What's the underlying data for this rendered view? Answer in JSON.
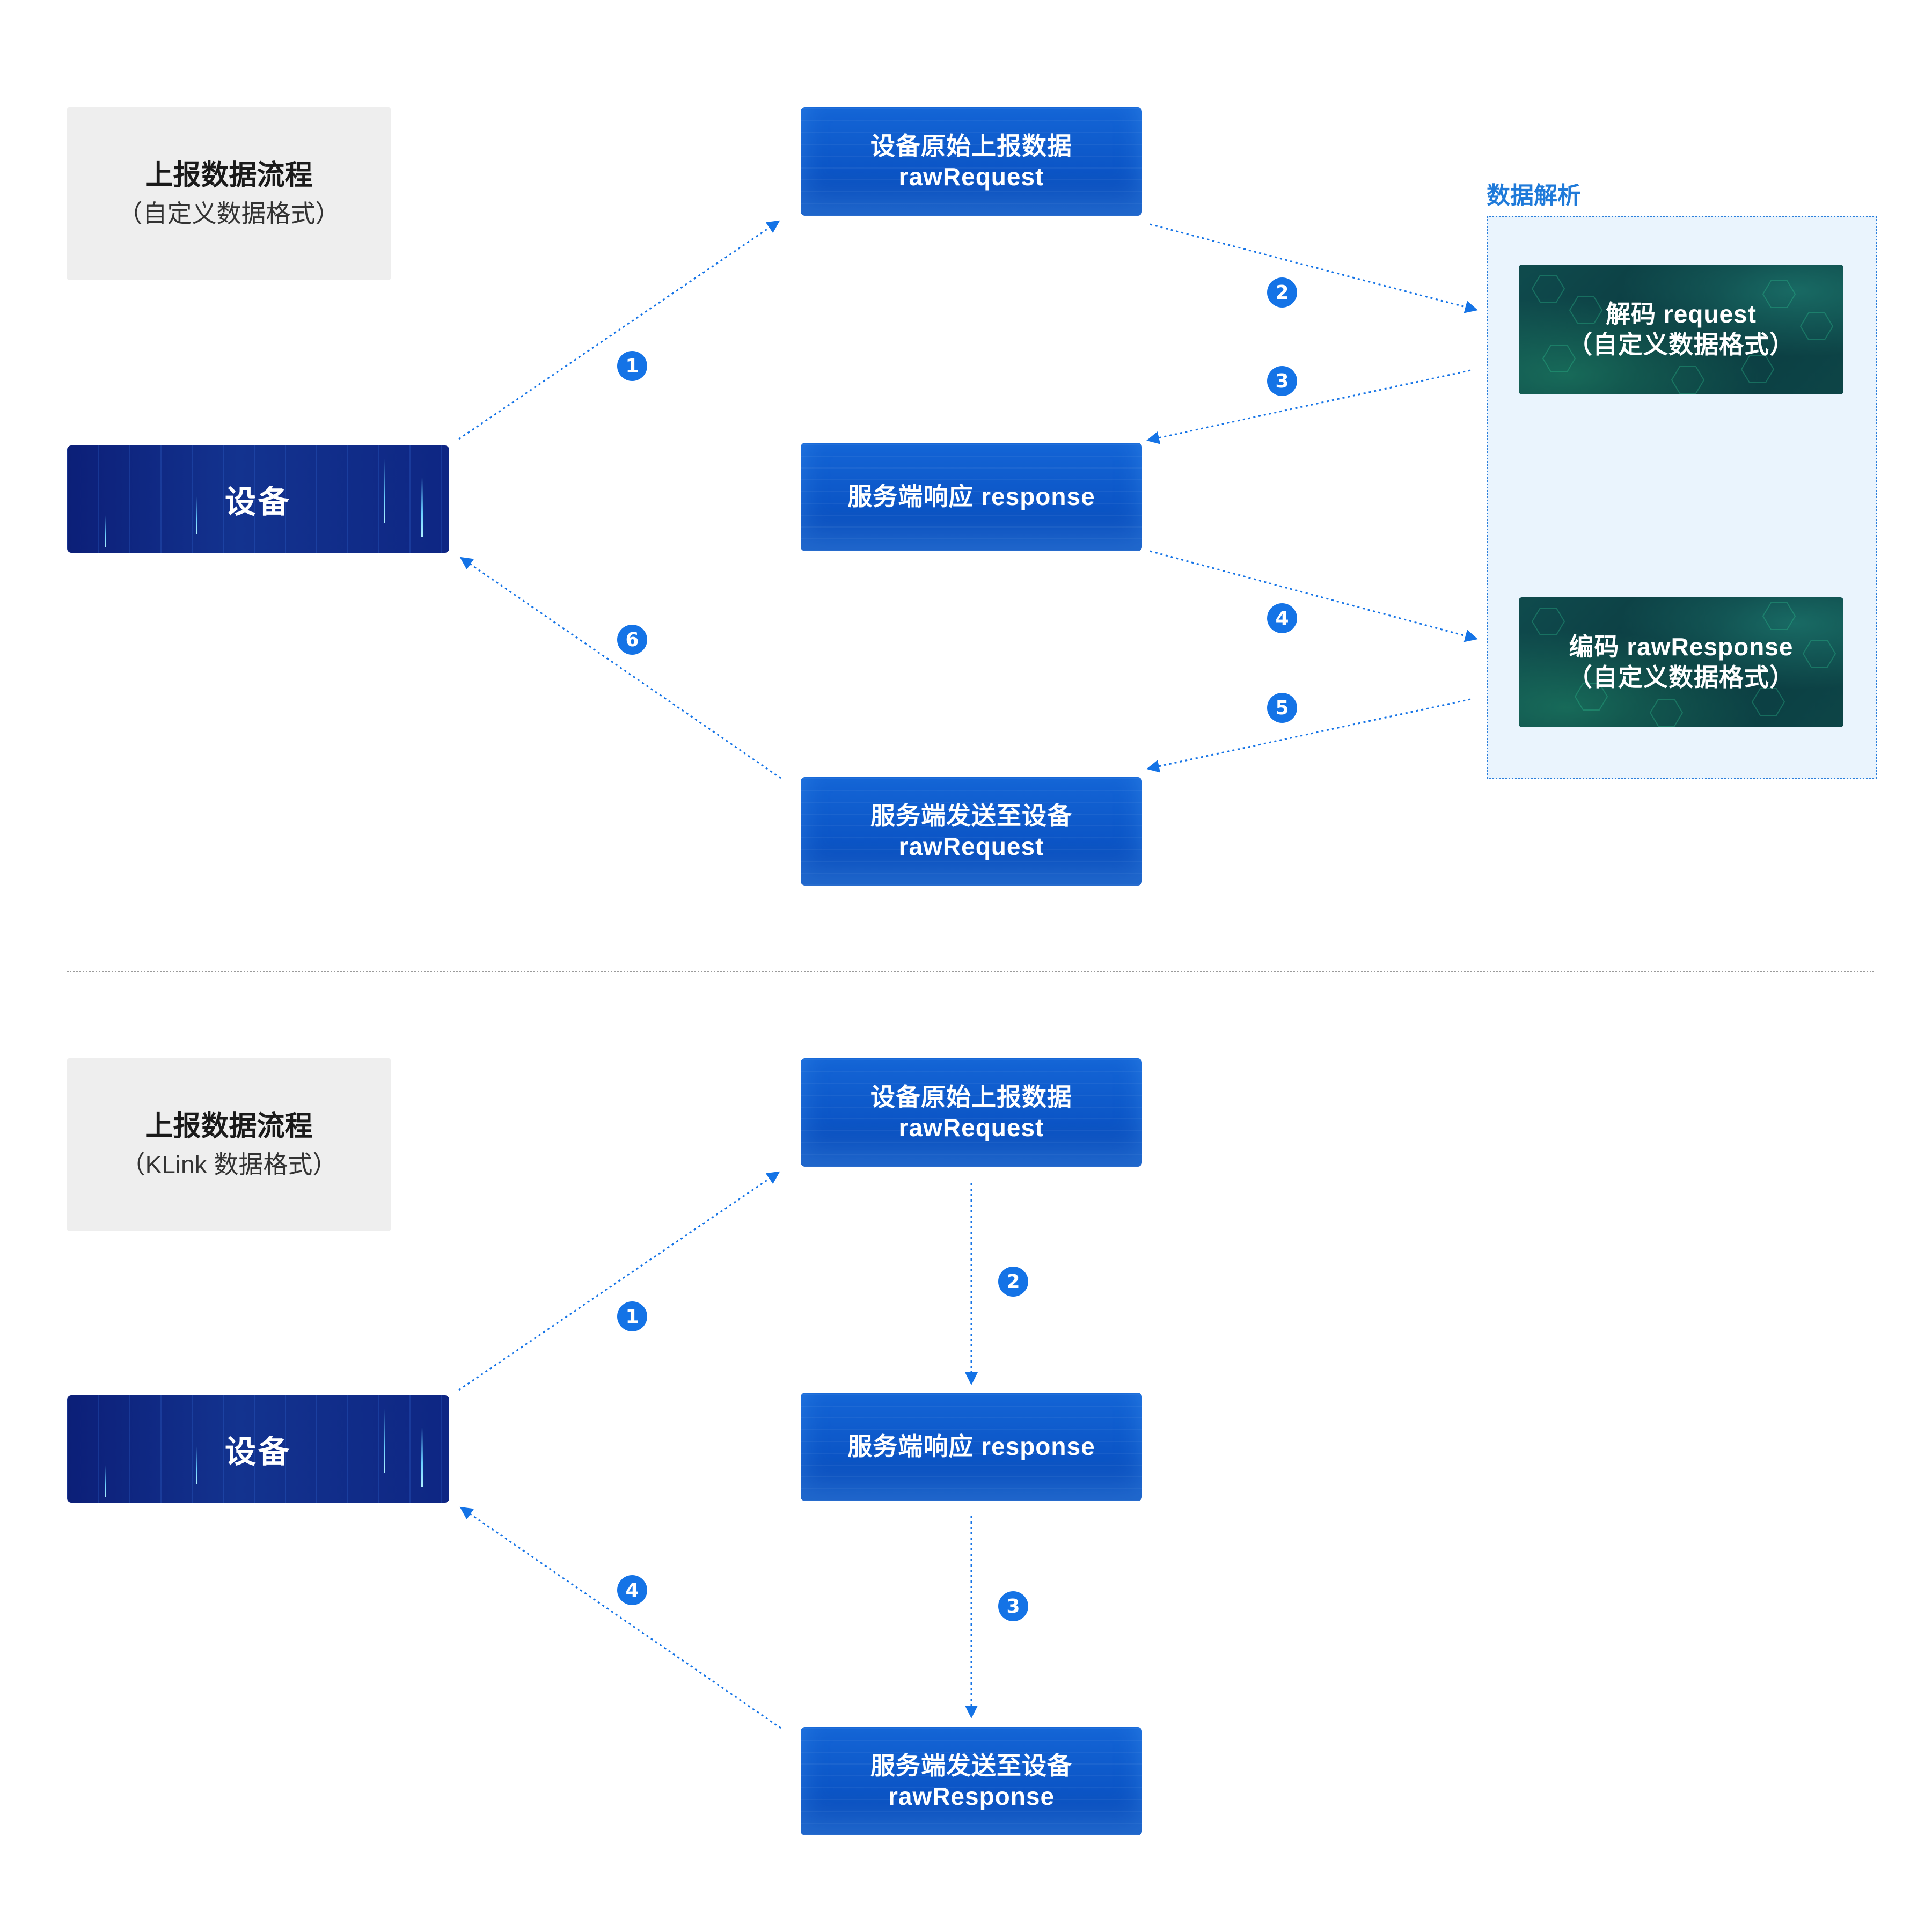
{
  "section1": {
    "title_main": "上报数据流程",
    "title_sub": "（自定义数据格式）",
    "device": "设备",
    "box_raw_request": [
      "设备原始上报数据",
      "rawRequest"
    ],
    "box_response": "服务端响应 response",
    "box_send": [
      "服务端发送至设备",
      "rawRequest"
    ],
    "parse_title": "数据解析",
    "decode": [
      "解码 request",
      "（自定义数据格式）"
    ],
    "encode": [
      "编码 rawResponse",
      "（自定义数据格式）"
    ],
    "steps": [
      "1",
      "2",
      "3",
      "4",
      "5",
      "6"
    ]
  },
  "section2": {
    "title_main": "上报数据流程",
    "title_sub": "（KLink 数据格式）",
    "device": "设备",
    "box_raw_request": [
      "设备原始上报数据",
      "rawRequest"
    ],
    "box_response": "服务端响应 response",
    "box_send": [
      "服务端发送至设备",
      "rawResponse"
    ],
    "steps": [
      "1",
      "2",
      "3",
      "4"
    ]
  },
  "colors": {
    "accent": "#1473e6",
    "process_blue": "#0c56c7",
    "device_navy": "#13338f",
    "parse_green": "#0f4b4d",
    "parse_region_bg": "#eaf4fd"
  }
}
